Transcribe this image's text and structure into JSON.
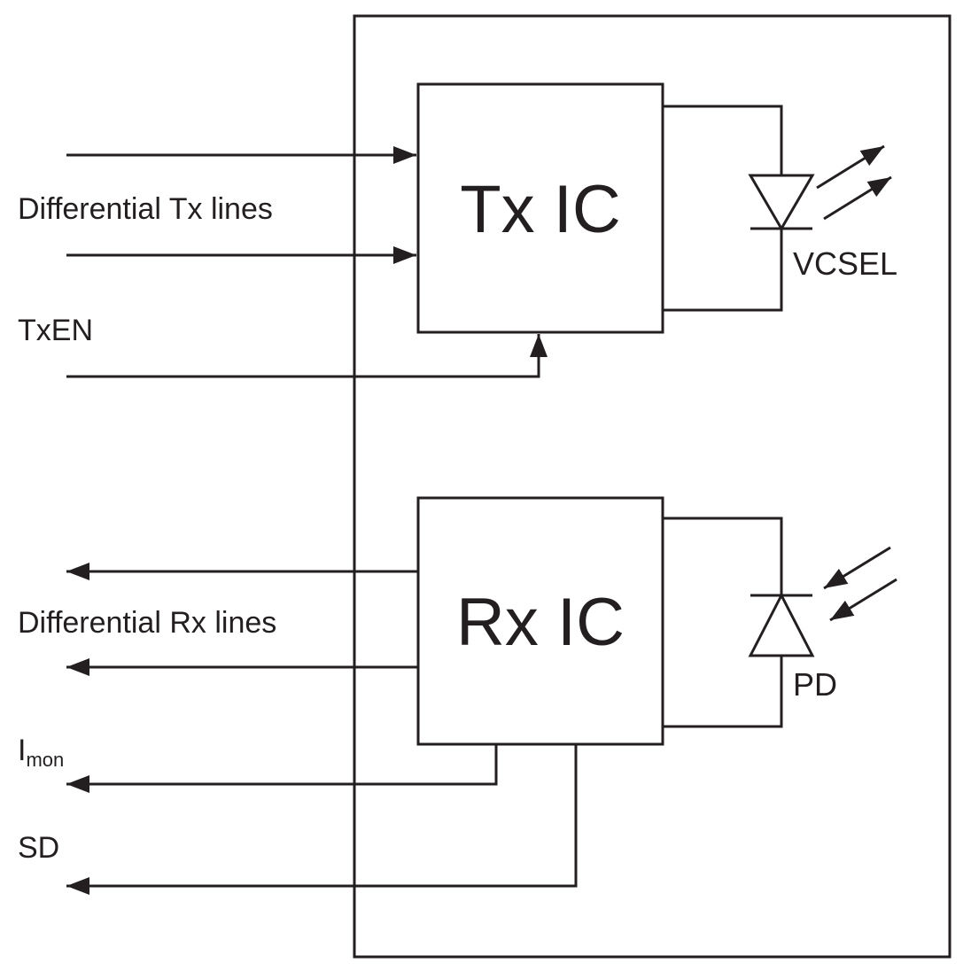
{
  "labels": {
    "differential_tx": "Differential Tx lines",
    "txen": "TxEN",
    "differential_rx": "Differential Rx lines",
    "imon_base": "I",
    "imon_sub": "mon",
    "sd": "SD",
    "tx_ic": "Tx IC",
    "rx_ic": "Rx IC",
    "vcsel": "VCSEL",
    "pd": "PD"
  },
  "colors": {
    "ink": "#231f20",
    "background": "#ffffff"
  }
}
